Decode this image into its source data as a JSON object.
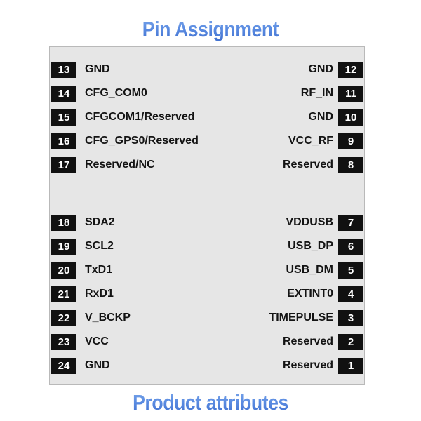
{
  "title": "Pin Assignment",
  "caption": "Product attributes",
  "colors": {
    "accent_blue": "#5c8de2",
    "panel_background": "#e6e6e6",
    "badge_background": "#111111",
    "label_text": "#141414",
    "page_background": "#ffffff"
  },
  "pinout": {
    "groups": [
      {
        "name": "upper-group",
        "rows": [
          {
            "left_pin": "13",
            "left_label": "GND",
            "right_label": "GND",
            "right_pin": "12"
          },
          {
            "left_pin": "14",
            "left_label": "CFG_COM0",
            "right_label": "RF_IN",
            "right_pin": "11"
          },
          {
            "left_pin": "15",
            "left_label": "CFGCOM1/Reserved",
            "right_label": "GND",
            "right_pin": "10"
          },
          {
            "left_pin": "16",
            "left_label": "CFG_GPS0/Reserved",
            "right_label": "VCC_RF",
            "right_pin": "9"
          },
          {
            "left_pin": "17",
            "left_label": "Reserved/NC",
            "right_label": "Reserved",
            "right_pin": "8"
          }
        ]
      },
      {
        "name": "lower-group",
        "rows": [
          {
            "left_pin": "18",
            "left_label": "SDA2",
            "right_label": "VDDUSB",
            "right_pin": "7"
          },
          {
            "left_pin": "19",
            "left_label": "SCL2",
            "right_label": "USB_DP",
            "right_pin": "6"
          },
          {
            "left_pin": "20",
            "left_label": "TxD1",
            "right_label": "USB_DM",
            "right_pin": "5"
          },
          {
            "left_pin": "21",
            "left_label": "RxD1",
            "right_label": "EXTINT0",
            "right_pin": "4"
          },
          {
            "left_pin": "22",
            "left_label": "V_BCKP",
            "right_label": "TIMEPULSE",
            "right_pin": "3"
          },
          {
            "left_pin": "23",
            "left_label": "VCC",
            "right_label": "Reserved",
            "right_pin": "2"
          },
          {
            "left_pin": "24",
            "left_label": "GND",
            "right_label": "Reserved",
            "right_pin": "1"
          }
        ]
      }
    ]
  }
}
